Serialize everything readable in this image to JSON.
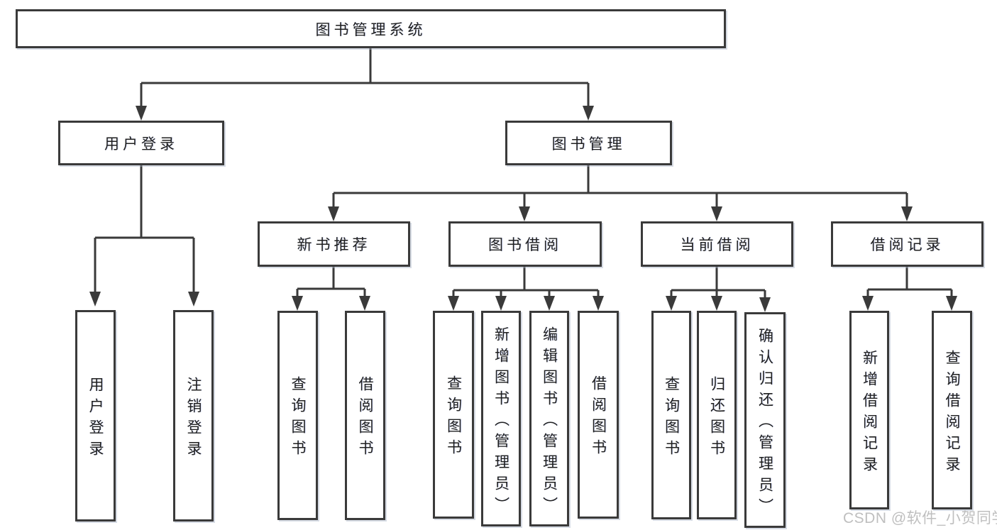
{
  "tree": {
    "label": "图书管理系统",
    "children": [
      {
        "label": "用户登录",
        "children": [
          {
            "label": "用户登录"
          },
          {
            "label": "注销登录"
          }
        ]
      },
      {
        "label": "图书管理",
        "children": [
          {
            "label": "新书推荐",
            "children": [
              {
                "label": "查询图书"
              },
              {
                "label": "借阅图书"
              }
            ]
          },
          {
            "label": "图书借阅",
            "children": [
              {
                "label": "查询图书"
              },
              {
                "label": "新增图书（管理员）"
              },
              {
                "label": "编辑图书（管理员）"
              },
              {
                "label": "借阅图书"
              }
            ]
          },
          {
            "label": "当前借阅",
            "children": [
              {
                "label": "查询图书"
              },
              {
                "label": "归还图书"
              },
              {
                "label": "确认归还（管理员）"
              }
            ]
          },
          {
            "label": "借阅记录",
            "children": [
              {
                "label": "新增借阅记录"
              },
              {
                "label": "查询借阅记录"
              }
            ]
          }
        ]
      }
    ]
  },
  "watermark": {
    "text": "CSDN @软件_小贺同学"
  },
  "colors": {
    "line": "#3a3a3a",
    "text": "#1f1f1f",
    "background": "#ffffff",
    "watermark": "#bfbfbf"
  }
}
